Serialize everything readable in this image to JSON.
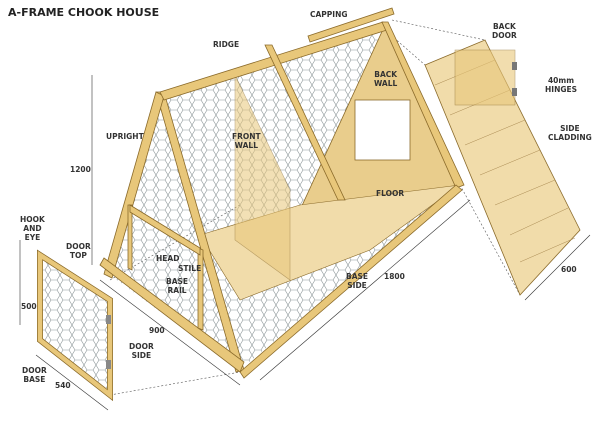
{
  "title": "A-FRAME CHOOK HOUSE",
  "labels": {
    "capping": "CAPPING",
    "ridge": "RIDGE",
    "back_door": [
      "BACK",
      "DOOR"
    ],
    "hinges": [
      "40mm",
      "HINGES"
    ],
    "back_wall": [
      "BACK",
      "WALL"
    ],
    "front_wall": [
      "FRONT",
      "WALL"
    ],
    "upright": "UPRIGHT",
    "side_cladding": [
      "SIDE",
      "CLADDING"
    ],
    "floor": "FLOOR",
    "hook_and_eye": [
      "HOOK",
      "AND",
      "EYE"
    ],
    "door_top": [
      "DOOR",
      "TOP"
    ],
    "head": "HEAD",
    "stile": "STILE",
    "base_rail": [
      "BASE",
      "RAIL"
    ],
    "base_side": [
      "BASE",
      "SIDE"
    ],
    "door_side": [
      "DOOR",
      "SIDE"
    ],
    "door_base": [
      "DOOR",
      "BASE"
    ]
  },
  "dimensions": {
    "height": "1200",
    "length": "1800",
    "width": "900",
    "door_height": "500",
    "door_width": "540",
    "cladding_width": "600"
  },
  "colors": {
    "timber": "#e8c77a",
    "timber_edge": "#8a6a2a",
    "cladding": "#f1dcaa",
    "mesh": "#9aa"
  }
}
